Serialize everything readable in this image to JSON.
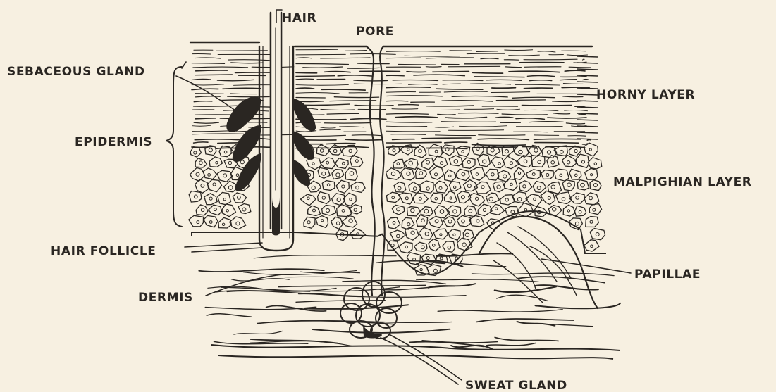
{
  "diagram": {
    "labels": {
      "hair": "HAIR",
      "pore": "PORE",
      "sebaceous_gland": "SEBACEOUS GLAND",
      "epidermis": "EPIDERMIS",
      "horny_layer": "HORNY LAYER",
      "malpighian_layer": "MALPIGHIAN LAYER",
      "hair_follicle": "HAIR FOLLICLE",
      "dermis": "DERMIS",
      "papillae": "PAPILLAE",
      "sweat_gland": "SWEAT GLAND"
    },
    "colors": {
      "paper": "#f7f0e1",
      "ink": "#2a2622"
    }
  }
}
